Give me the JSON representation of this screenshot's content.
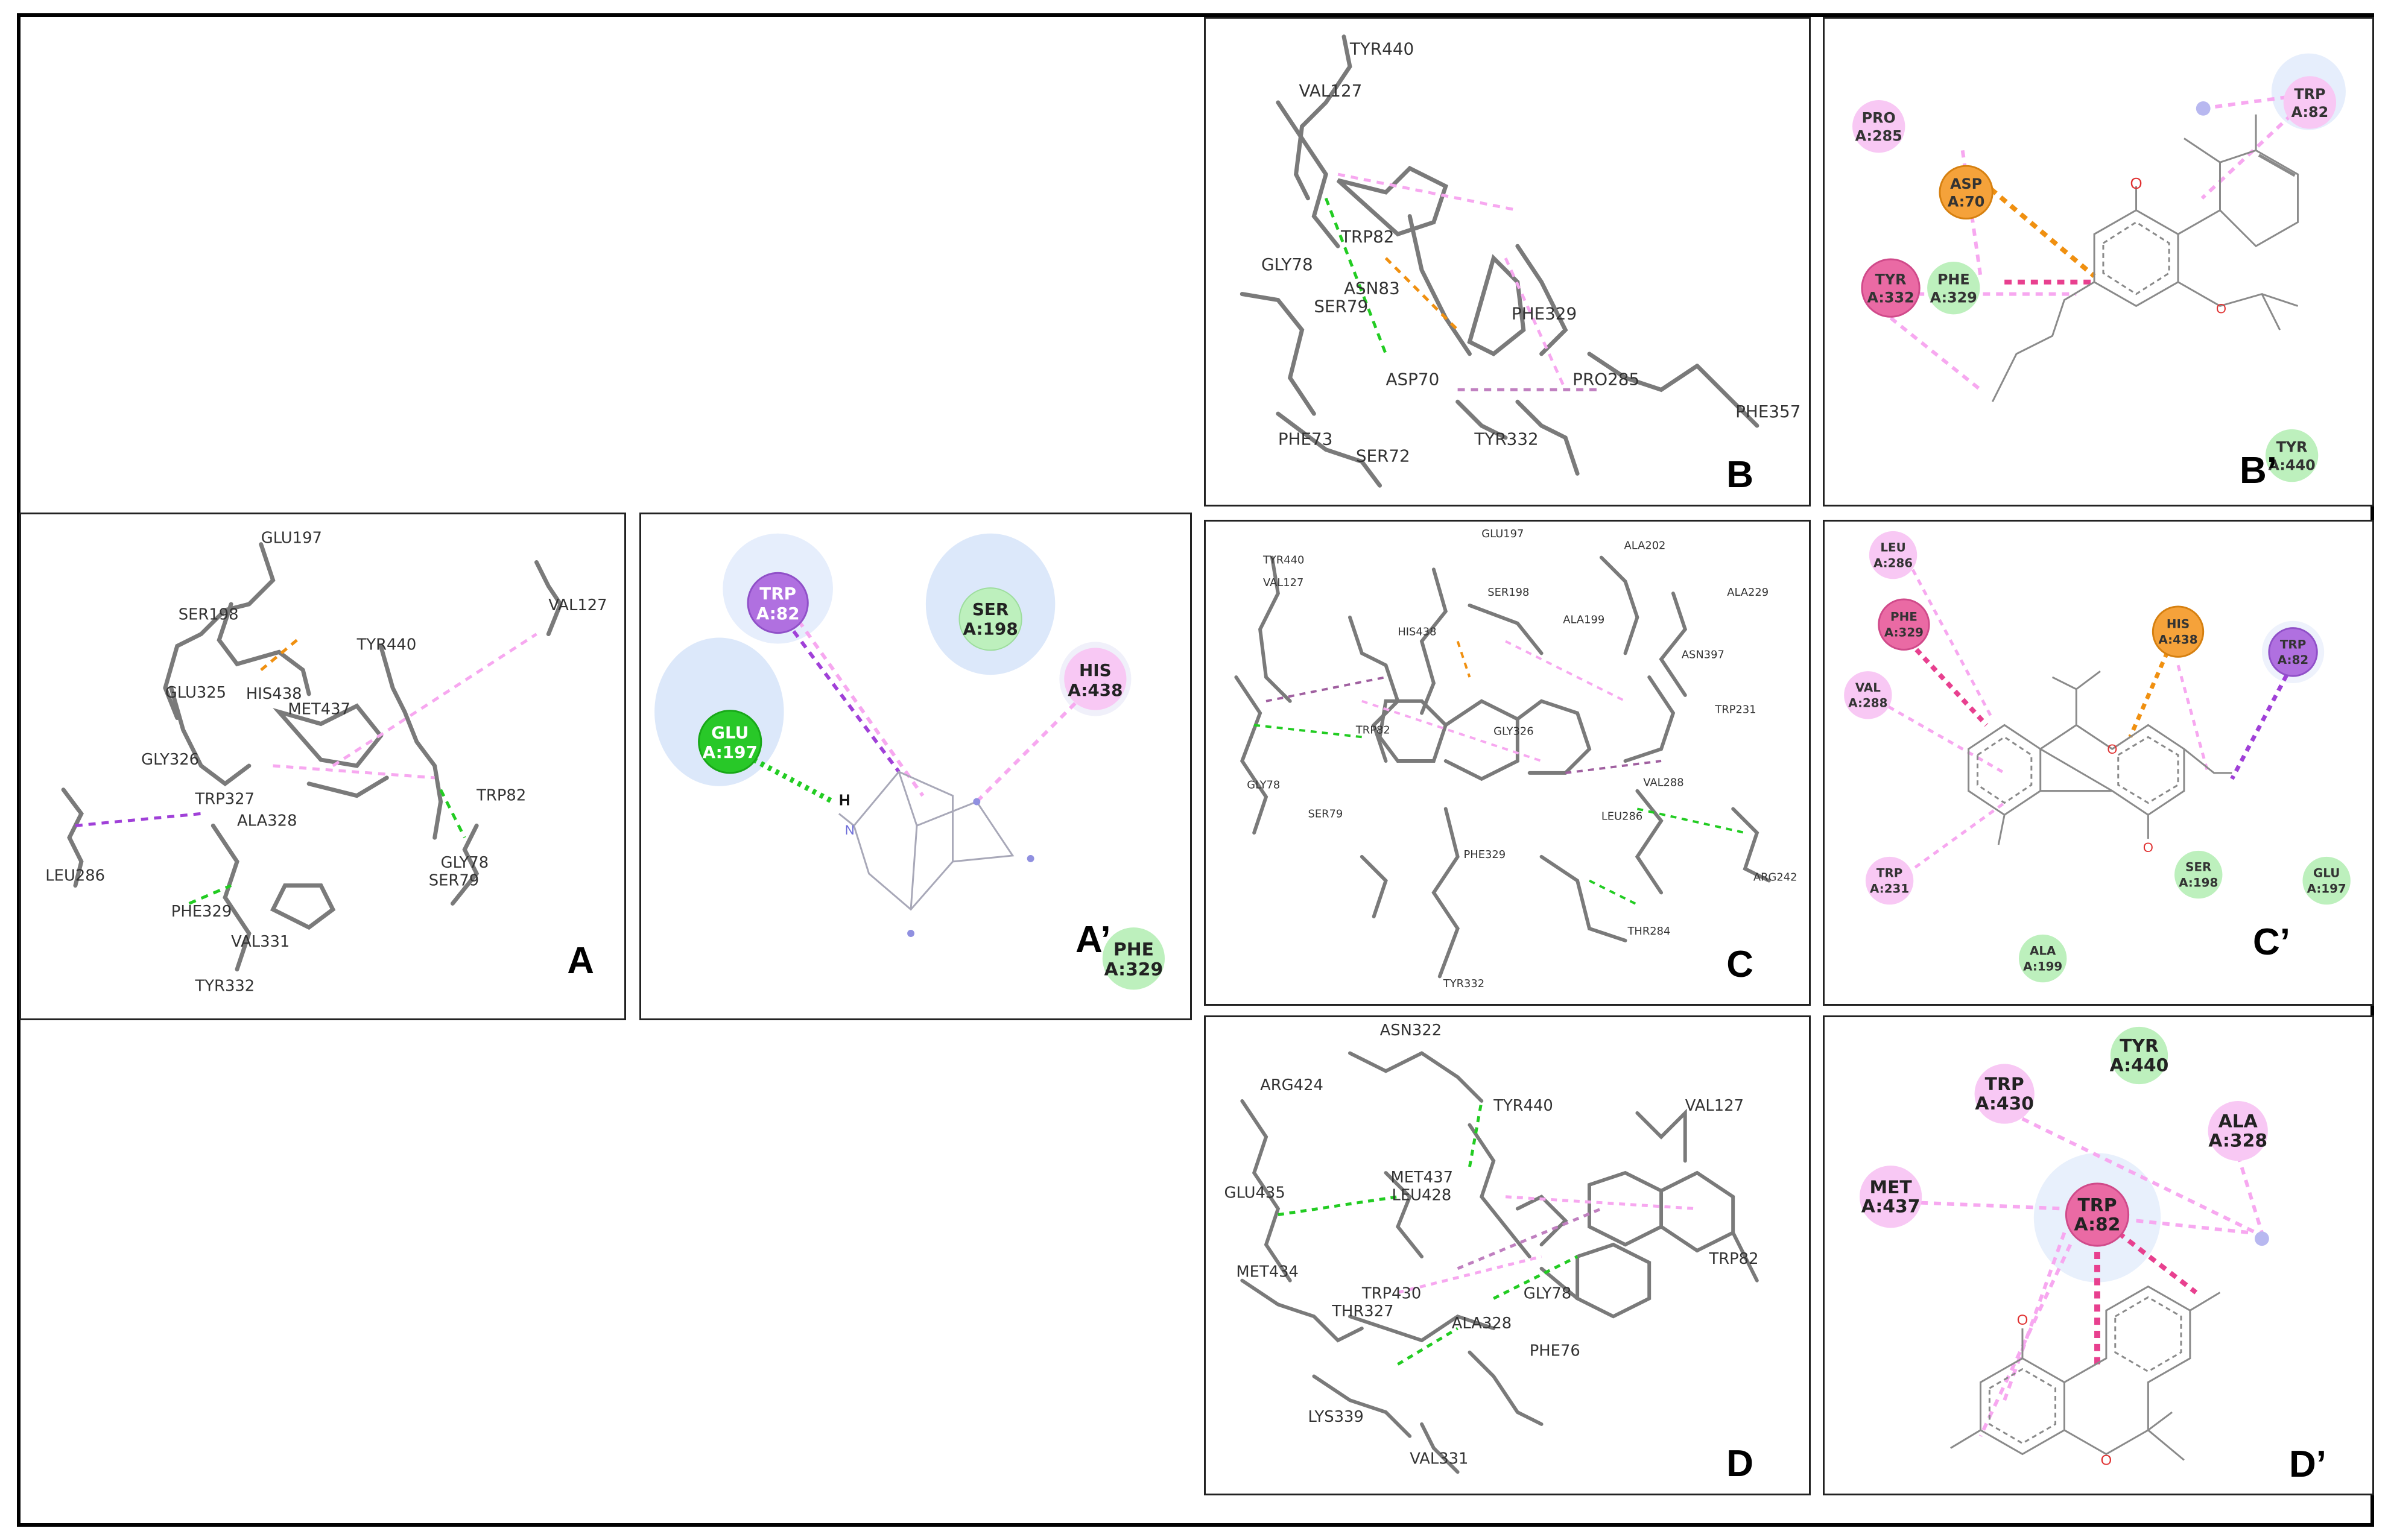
{
  "panels": {
    "A": {
      "label": "A",
      "residues": [
        "GLU197",
        "SER198",
        "GLU325",
        "HIS438",
        "MET437",
        "TYR440",
        "VAL127",
        "GLY326",
        "TRP327",
        "ALA328",
        "TRP82",
        "LEU286",
        "PHE329",
        "GLY78",
        "SER79",
        "VAL331",
        "TYR332"
      ]
    },
    "A2": {
      "label": "A’",
      "residues": [
        {
          "name": "TRP",
          "pos": "A:82"
        },
        {
          "name": "SER",
          "pos": "A:198"
        },
        {
          "name": "HIS",
          "pos": "A:438"
        },
        {
          "name": "GLU",
          "pos": "A:197"
        },
        {
          "name": "PHE",
          "pos": "A:329"
        }
      ],
      "atom_h": "H"
    },
    "B": {
      "label": "B",
      "residues": [
        "TYR440",
        "VAL127",
        "TRP82",
        "GLY78",
        "ASN83",
        "SER79",
        "PHE329",
        "ASP70",
        "PRO285",
        "PHE357",
        "PHE73",
        "SER72",
        "TYR332"
      ]
    },
    "B2": {
      "label": "B’",
      "residues": [
        {
          "name": "PRO",
          "pos": "A:285"
        },
        {
          "name": "TRP",
          "pos": "A:82"
        },
        {
          "name": "ASP",
          "pos": "A:70"
        },
        {
          "name": "TYR",
          "pos": "A:332"
        },
        {
          "name": "PHE",
          "pos": "A:329"
        },
        {
          "name": "TYR",
          "pos": "A:440"
        }
      ]
    },
    "C": {
      "label": "C",
      "residues": [
        "TYR440",
        "VAL127",
        "GLU197",
        "ALA202",
        "SER198",
        "ALA229",
        "HIS438",
        "ALA199",
        "ASN397",
        "TRP231",
        "GLY326",
        "TRP82",
        "GLY78",
        "SER79",
        "VAL288",
        "LEU286",
        "ARG242",
        "PHE329",
        "THR284",
        "TYR332"
      ]
    },
    "C2": {
      "label": "C’",
      "residues": [
        {
          "name": "LEU",
          "pos": "A:286"
        },
        {
          "name": "PHE",
          "pos": "A:329"
        },
        {
          "name": "HIS",
          "pos": "A:438"
        },
        {
          "name": "TRP",
          "pos": "A:82"
        },
        {
          "name": "VAL",
          "pos": "A:288"
        },
        {
          "name": "TRP",
          "pos": "A:231"
        },
        {
          "name": "SER",
          "pos": "A:198"
        },
        {
          "name": "GLU",
          "pos": "A:197"
        },
        {
          "name": "ALA",
          "pos": "A:199"
        }
      ]
    },
    "D": {
      "label": "D",
      "residues": [
        "ASN322",
        "ARG424",
        "TYR440",
        "VAL127",
        "MET437",
        "GLU435",
        "LEU428",
        "TRP82",
        "MET434",
        "TRP430",
        "THR327",
        "GLY78",
        "ALA328",
        "PHE76",
        "LYS339",
        "VAL331"
      ]
    },
    "D2": {
      "label": "D’",
      "residues": [
        {
          "name": "TYR",
          "pos": "A:440"
        },
        {
          "name": "TRP",
          "pos": "A:430"
        },
        {
          "name": "ALA",
          "pos": "A:328"
        },
        {
          "name": "MET",
          "pos": "A:437"
        },
        {
          "name": "TRP",
          "pos": "A:82"
        }
      ]
    }
  },
  "colors": {
    "hbond": "#22cc22",
    "pi_alkyl": "#f7a8f0",
    "pi_sigma": "#a040d8",
    "pi_anion": "#f09010",
    "pi_pi": "#e8408f",
    "vdw": "#b8f0b8",
    "stick": "#7a7a7a"
  }
}
